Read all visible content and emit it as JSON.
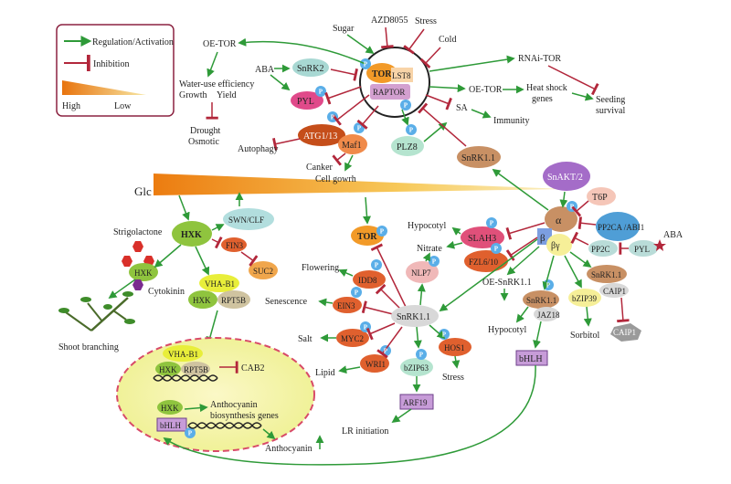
{
  "legend": {
    "regulation": "Regulation/Activation",
    "inhibition": "Inhibition",
    "high": "High",
    "low": "Low"
  },
  "gradient_label": "Glc",
  "colors": {
    "activation": "#2e9a38",
    "inhibition": "#b2273b",
    "legend_border": "#8b2240",
    "gradient_high": "#e8740e",
    "gradient_low": "#f7e7a4"
  },
  "nodes": {
    "tor_top": "TOR",
    "lst8": "LST8",
    "raptor": "RAPTOR",
    "snrk2": "SnRK2",
    "pyl_top": "PYL",
    "atg": "ATG1/13",
    "maf1": "Maf1",
    "plz8": "PLZ8",
    "snrk11_top": "SnRK1.1",
    "snakin": "SnAKT/2",
    "t6p": "T6P",
    "pp2ca": "PP2CA /ABI1",
    "pp2c": "PP2C",
    "pyl_right": "PYL",
    "snrk11_right": "SnRK1.1",
    "caip1_a": "CAIP1",
    "caip1_b": "CAIP1",
    "bzip39": "bZIP39",
    "snrk11_mid": "SnRK1.1",
    "jaz18": "JAZ18",
    "bhlh_right": "bHLH",
    "alpha": "α",
    "beta": "β",
    "gamma": "βγ",
    "slah3": "SLAH3",
    "fzl": "FZL6/10",
    "tor_mid": "TOR",
    "nlp7": "NLP7",
    "idd8": "IDD8",
    "ein3": "EIN3",
    "snrk11_center": "SnRK1.1",
    "myc2": "MYC2",
    "wri1": "WRI1",
    "bzip63": "bZIP63",
    "hos1": "HOS1",
    "arf19": "ARF19",
    "hxk": "HXK",
    "swn": "SWN/CLF",
    "fin3": "FIN3",
    "suc2": "SUC2",
    "hxk_shoot": "HXK",
    "vha_b1": "VHA-B1",
    "hxk_b": "HXK",
    "rpt5b": "RPT5B",
    "vha_b1_n": "VHA-B1",
    "hxk_n": "HXK",
    "rpt5b_n": "RPT5B",
    "hxk_n2": "HXK",
    "bhlh_n": "bHLH",
    "p": "P"
  },
  "labels": {
    "sugar": "Sugar",
    "azd": "AZD8055",
    "stress_top": "Stress",
    "cold": "Cold",
    "oetor_left": "OE-TOR",
    "aba_top": "ABA",
    "wue": "Water-use efficiency",
    "growth": "Growth",
    "yield": "Yield",
    "drought": "Drought",
    "osmotic": "Osmotic",
    "autophagy": "Autophagy",
    "canker": "Canker",
    "cell_growth": "Cell gowrh",
    "rnai_tor": "RNAi-TOR",
    "oetor_right": "OE-TOR",
    "heat_shock": "Heat shock",
    "genes": "genes",
    "seeding": "Seeding",
    "survival": "survival",
    "sa": "SA",
    "immunity": "Immunity",
    "strigolactone": "Strigolactone",
    "cytokinin": "Cytokinin",
    "shoot_branching": "Shoot branching",
    "hypocotyl_top": "Hypocotyl",
    "nitrate": "Nitrate",
    "flowering": "Flowering",
    "senescence": "Senescence",
    "salt": "Salt",
    "lipid": "Lipid",
    "stress_mid": "Stress",
    "lr_initiation": "LR initiation",
    "oe_snrk": "OE-SnRK1.1",
    "hypocotyl_bottom": "Hypocotyl",
    "sorbitol": "Sorbitol",
    "aba_right": "ABA",
    "cab2": "CAB2",
    "anthocyanin_genes_1": "Anthocyanin",
    "anthocyanin_genes_2": "biosynthesis genes",
    "anthocyanin": "Anthocyanin"
  }
}
